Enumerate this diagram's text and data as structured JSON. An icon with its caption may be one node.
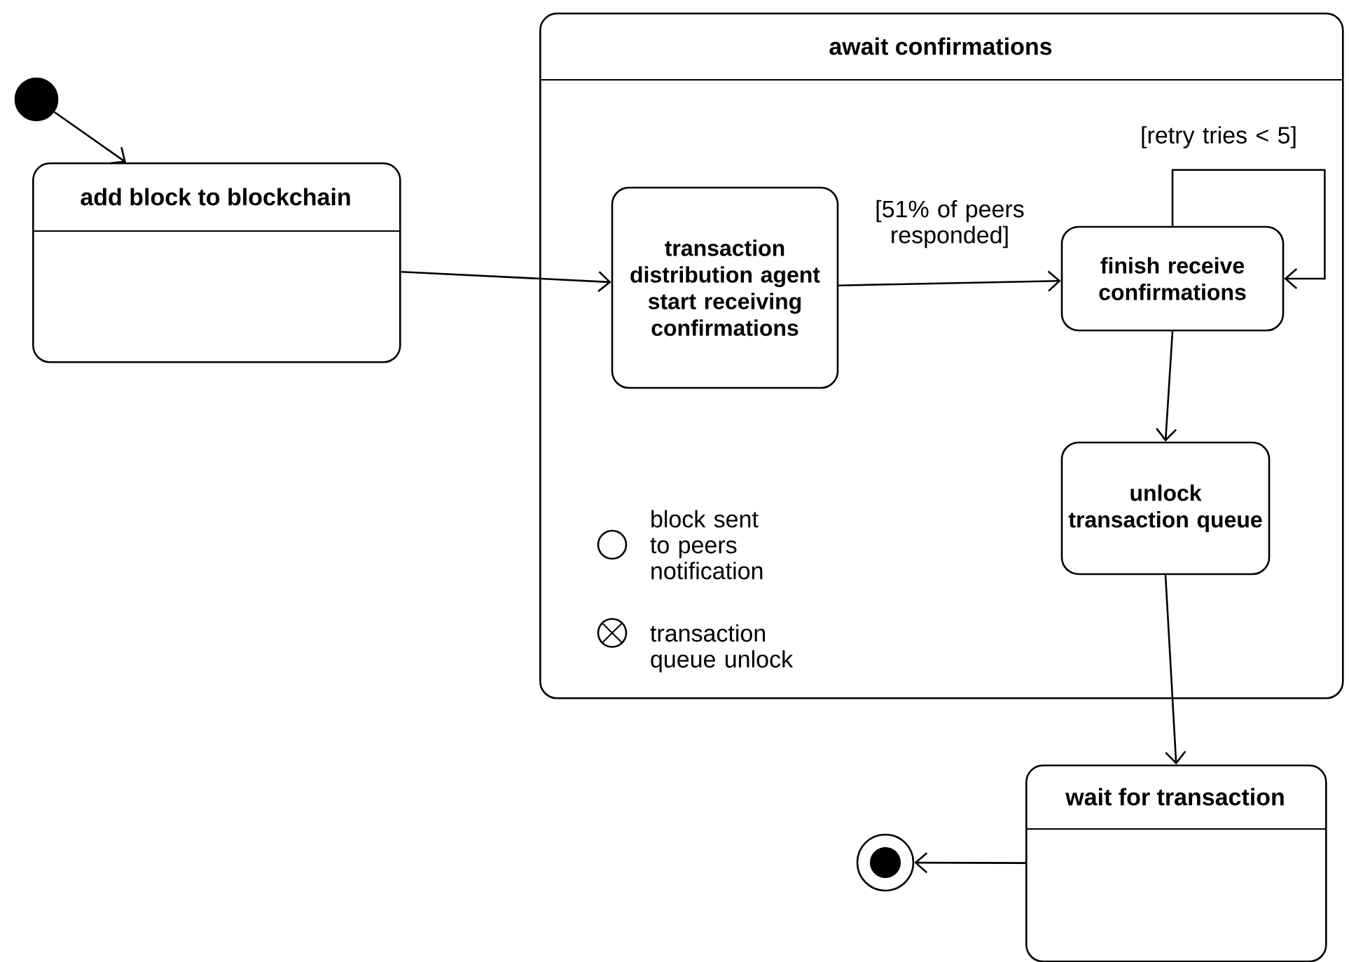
{
  "diagram": {
    "nodes": [
      {
        "text": [],
        "shape": "dot"
      },
      {
        "text": [
          "add block to blockchain"
        ]
      },
      {
        "text": [
          "await confirmations"
        ]
      },
      {
        "text": [
          "transaction distribution agent start receiving confirmations"
        ],
        "in": 2
      },
      {
        "text": [
          "finish receive confirmations"
        ],
        "in": 2
      },
      {
        "text": [
          "unlock transaction queue"
        ],
        "in": 2
      },
      {
        "text": [],
        "shape": "circle",
        "beside": [
          "block sent to peers notification"
        ],
        "in": 2
      },
      {
        "text": [],
        "shape": "crossed-circle",
        "beside": [
          "transaction queue unlock"
        ],
        "in": 2
      },
      {
        "text": [
          "wait for transaction"
        ]
      },
      {
        "text": [],
        "shape": "bullseye"
      }
    ],
    "edges": [
      {
        "from": 0,
        "to": 1,
        "arrow": "to"
      },
      {
        "from": 1,
        "to": 3,
        "arrow": "to"
      },
      {
        "from": 3,
        "to": 4,
        "arrow": "to",
        "label": "[51% of peers responded]"
      },
      {
        "from": 4,
        "to": 4,
        "arrow": "to",
        "label": "[retry tries < 5]"
      },
      {
        "from": 4,
        "to": 5,
        "arrow": "to"
      },
      {
        "from": 5,
        "to": 8,
        "arrow": "to"
      },
      {
        "from": 8,
        "to": 9,
        "arrow": "to"
      }
    ]
  }
}
